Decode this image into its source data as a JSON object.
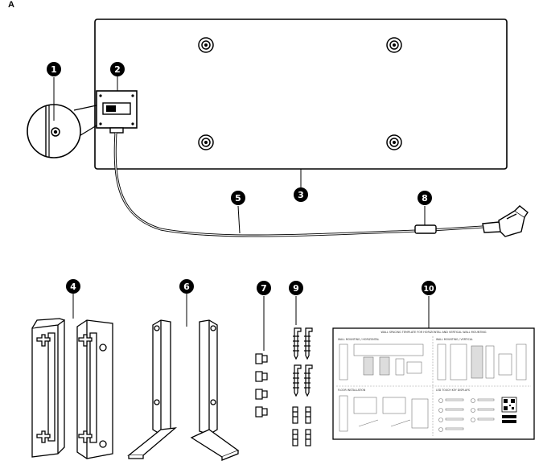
{
  "figure": {
    "panel_label": "A",
    "callouts": [
      "1",
      "2",
      "3",
      "5",
      "8",
      "4",
      "6",
      "7",
      "9",
      "10"
    ],
    "sheet": {
      "title": "WALL SPACING TEMPLATE FOR HORIZONTAL AND VERTICAL WALL MOUNTING",
      "sections": [
        "WALL MOUNTING / HORIZONTAL",
        "WALL MOUNTING / VERTICAL",
        "FLOOR INSTALLATION",
        "LED TOUCH KEY DISPLAYS"
      ]
    }
  },
  "colors": {
    "stroke": "#000000",
    "paper": "#ffffff",
    "callout_fill": "#000000"
  }
}
